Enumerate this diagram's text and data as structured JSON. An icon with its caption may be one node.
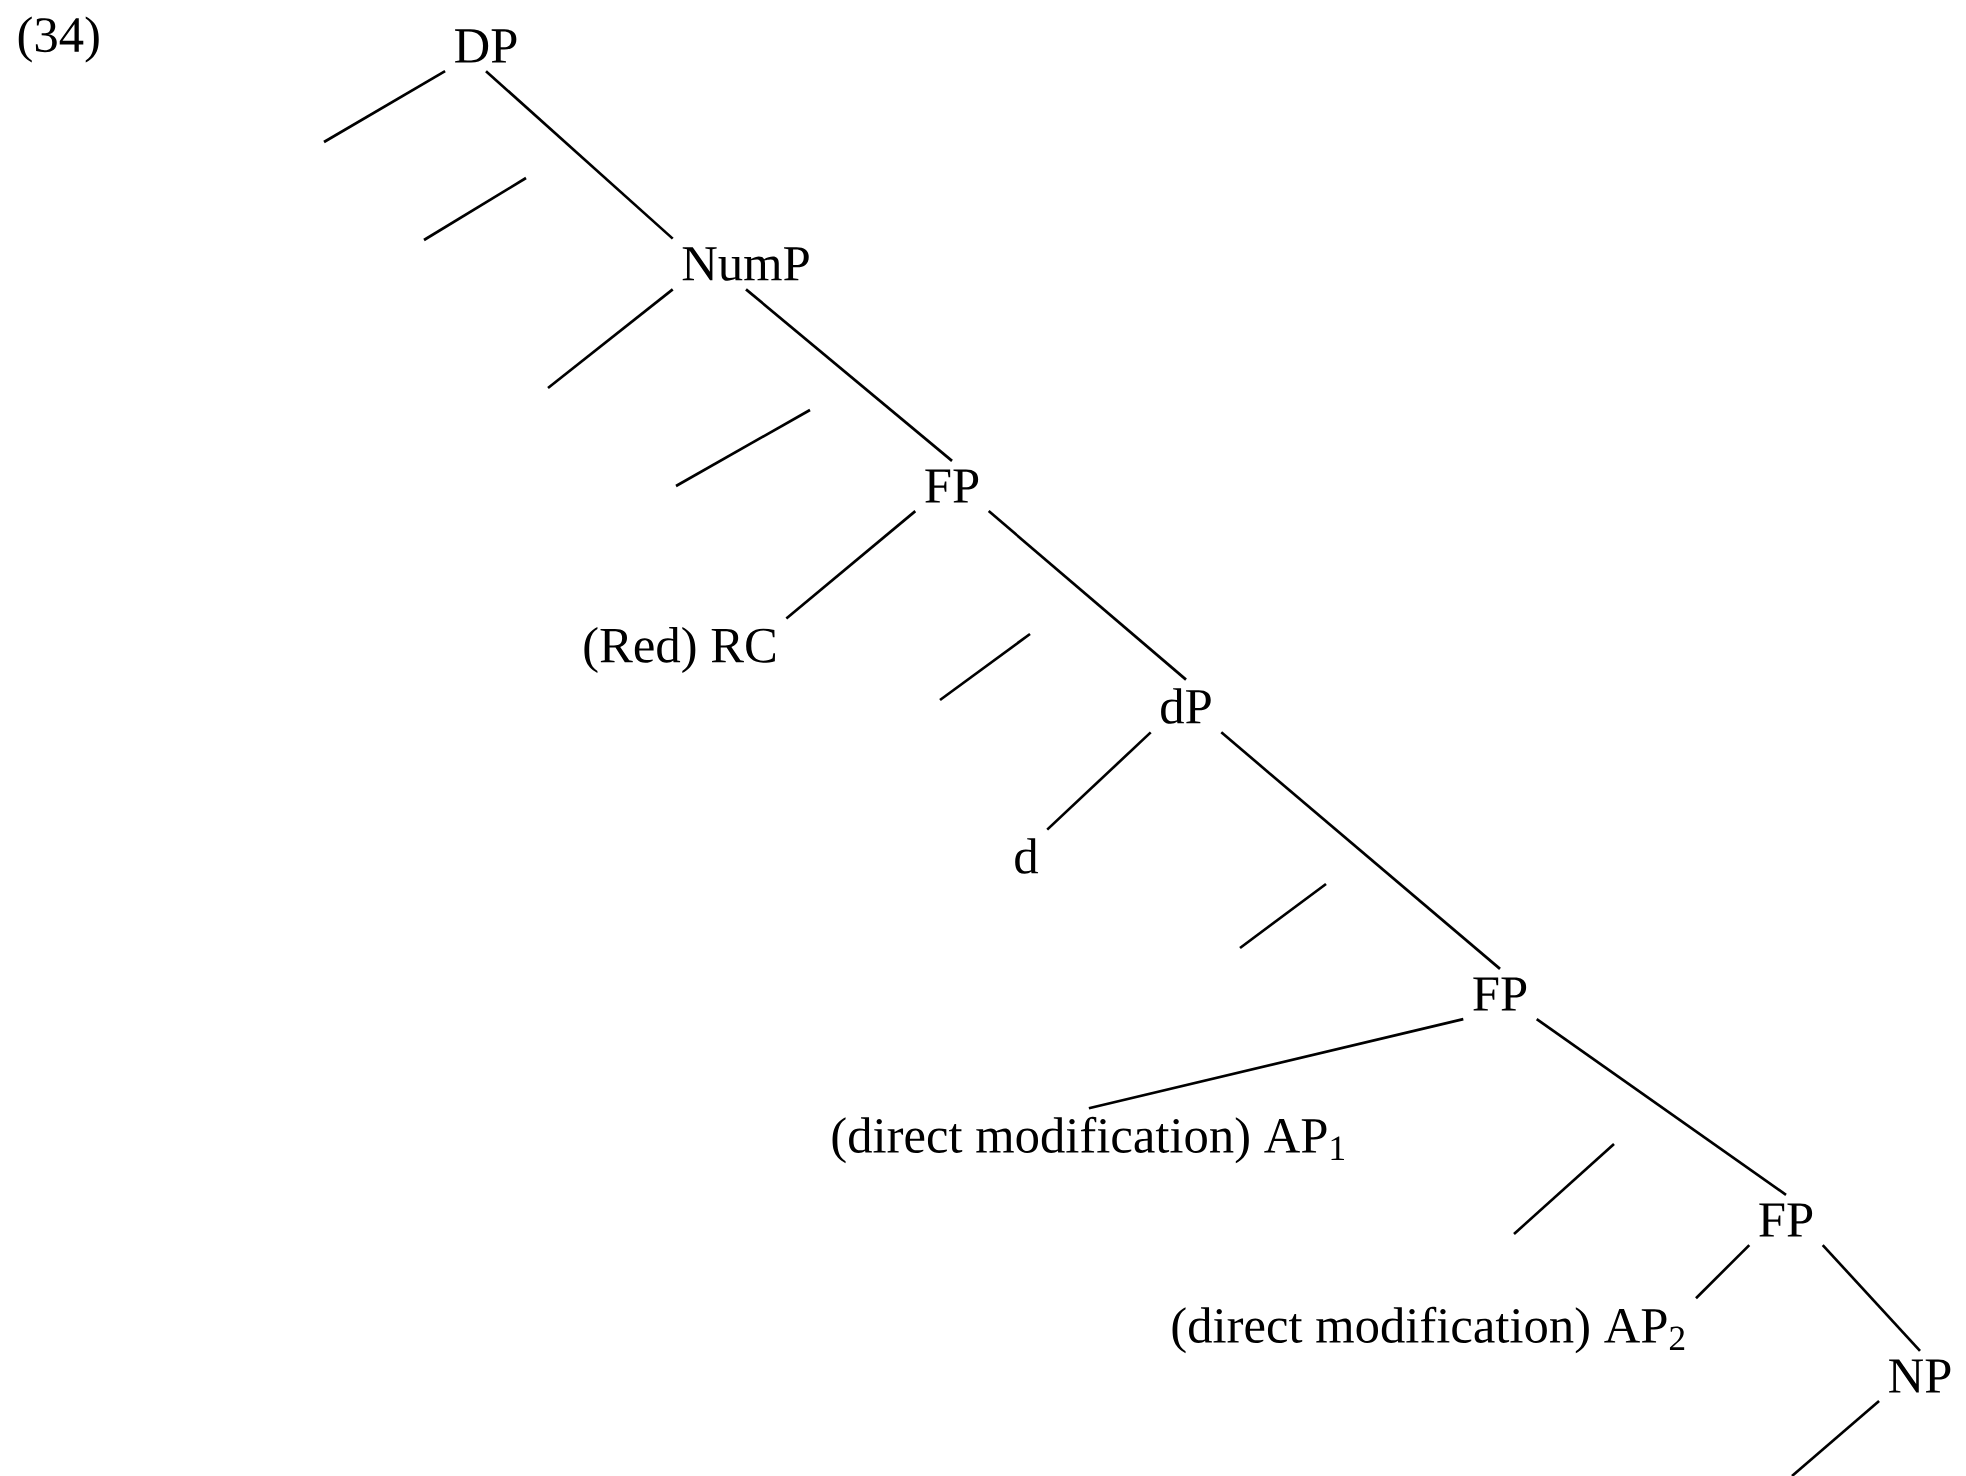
{
  "diagram": {
    "nodes": [
      {
        "text": [
          "DP"
        ]
      },
      {
        "text": [
          "NumP"
        ]
      },
      {
        "text": [
          "FP"
        ]
      },
      {
        "text": [
          "(Red) RC"
        ]
      },
      {
        "text": [
          "dP"
        ]
      },
      {
        "text": [
          "d"
        ]
      },
      {
        "text": [
          "FP"
        ]
      },
      {
        "text": [
          "(direct modification) AP$_{1}$"
        ]
      },
      {
        "text": [
          "FP"
        ]
      },
      {
        "text": [
          "(direct modification) AP$_{2}$"
        ]
      },
      {
        "text": [
          "NP"
        ]
      }
    ],
    "edges": [
      {
        "from": 0,
        "to": null,
        "arrow": "none"
      },
      {
        "from": 0,
        "to": 1,
        "arrow": "none"
      },
      {
        "from": 1,
        "to": null,
        "arrow": "none"
      },
      {
        "from": 1,
        "to": 2,
        "arrow": "none"
      },
      {
        "from": 2,
        "to": 3,
        "arrow": "none"
      },
      {
        "from": 2,
        "to": 4,
        "arrow": "none"
      },
      {
        "from": 4,
        "to": 5,
        "arrow": "none"
      },
      {
        "from": 4,
        "to": 6,
        "arrow": "none"
      },
      {
        "from": 6,
        "to": 7,
        "arrow": "none"
      },
      {
        "from": 6,
        "to": 8,
        "arrow": "none"
      },
      {
        "from": 8,
        "to": 9,
        "arrow": "none"
      },
      {
        "from": 8,
        "to": 10,
        "arrow": "none"
      },
      {
        "from": 10,
        "to": null,
        "arrow": "none"
      }
    ],
    "labels": [
      "(34)"
    ]
  }
}
